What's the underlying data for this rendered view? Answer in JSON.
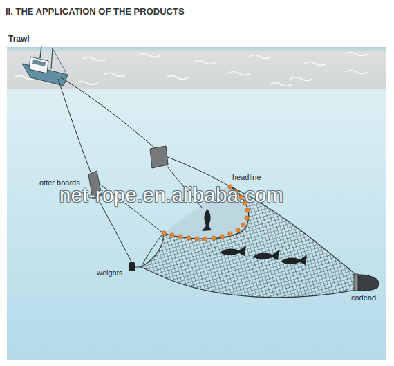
{
  "diagram": {
    "title": "II. THE APPLICATION OF THE PRODUCTS",
    "labels": [
      "Trawl",
      "otter boards",
      "headline",
      "weights",
      "codend",
      "net-rope.en.alibaba.com"
    ]
  }
}
